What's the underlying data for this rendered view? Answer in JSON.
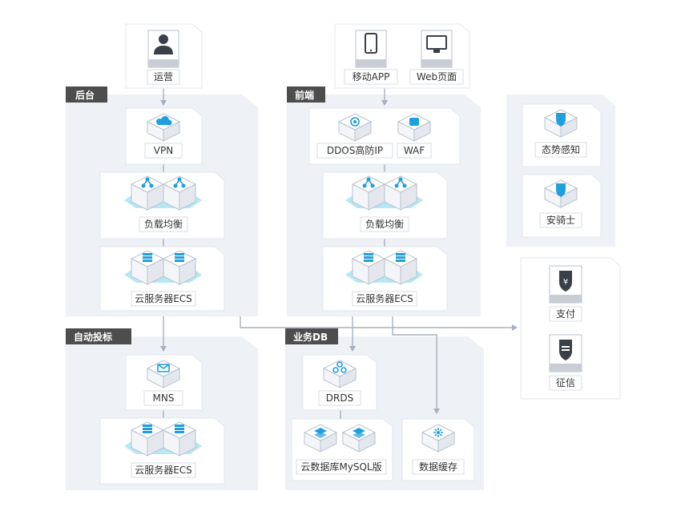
{
  "zones": {
    "backend": "后台",
    "frontend": "前端",
    "auto_bid": "自动投标",
    "business_db": "业务DB"
  },
  "nodes": {
    "ops": "运营",
    "mobile_app": "移动APP",
    "web_page": "Web页面",
    "vpn": "VPN",
    "slb_back": "负载均衡",
    "ecs_back": "云服务器ECS",
    "ddos": "DDOS高防IP",
    "waf": "WAF",
    "slb_front": "负载均衡",
    "ecs_front": "云服务器ECS",
    "situation_awareness": "态势感知",
    "anqishi": "安骑士",
    "payment": "支付",
    "credit": "征信",
    "mns": "MNS",
    "ecs_auto": "云服务器ECS",
    "drds": "DRDS",
    "rds_mysql": "云数据库MySQL版",
    "cache": "数据缓存"
  },
  "icons": {
    "ops": "user-icon",
    "mobile_app": "mobile-phone-icon",
    "web_page": "monitor-icon",
    "vpn": "vpn-cloud-icon",
    "slb": "load-balancer-icon",
    "ecs": "server-icon",
    "ddos": "ddos-shield-icon",
    "waf": "waf-icon",
    "situation_awareness": "situation-awareness-icon",
    "anqishi": "anqishi-icon",
    "payment": "yuan-shield-icon",
    "credit": "credit-shield-icon",
    "mns": "mns-icon",
    "drds": "drds-icon",
    "rds_mysql": "database-icon",
    "cache": "cache-icon"
  },
  "colors": {
    "accent": "#1e9fde",
    "halo": "#a8e3f2",
    "zone_bg": "#eef1f6",
    "zone_tag": "#4d4d4d",
    "connector": "#a8b0bd"
  }
}
